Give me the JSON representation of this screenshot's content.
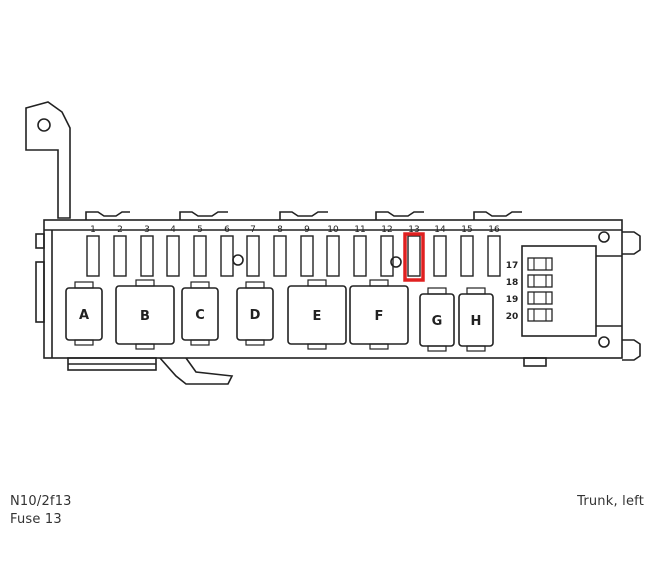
{
  "caption": {
    "component_code": "N10/2f13",
    "fuse_label": "Fuse 13",
    "location": "Trunk, left"
  },
  "fuses": [
    "1",
    "2",
    "3",
    "4",
    "5",
    "6",
    "7",
    "8",
    "9",
    "10",
    "11",
    "12",
    "13",
    "14",
    "15",
    "16"
  ],
  "side_fuses": [
    "17",
    "18",
    "19",
    "20"
  ],
  "relays": [
    "A",
    "B",
    "C",
    "D",
    "E",
    "F",
    "G",
    "H"
  ],
  "highlight": {
    "fuse": "13",
    "color": "#e02020"
  },
  "colors": {
    "line": "#222222",
    "background": "#ffffff"
  }
}
